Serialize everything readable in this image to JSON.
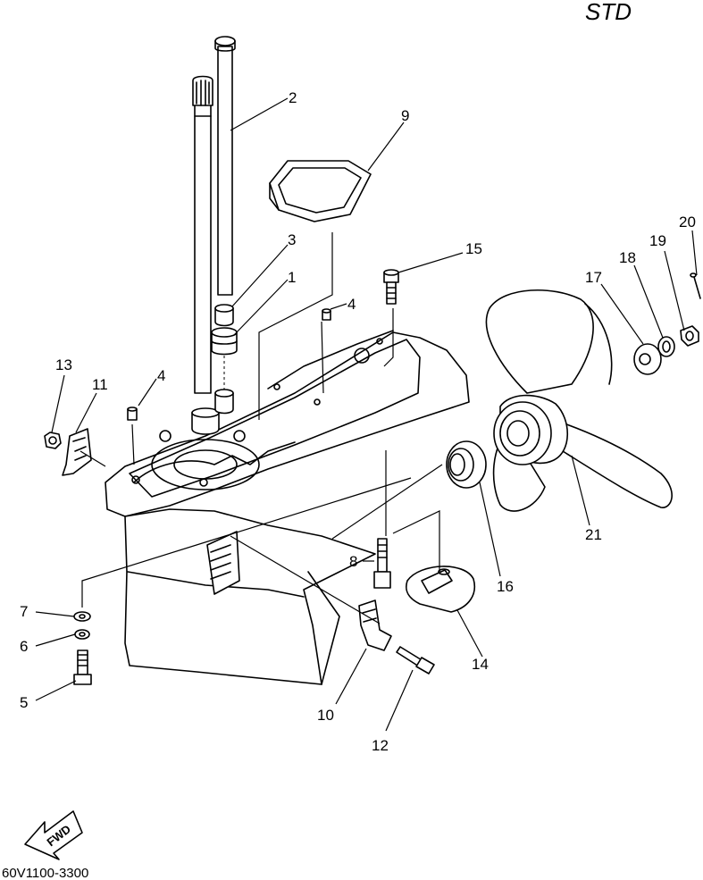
{
  "title": "STD",
  "figure_code": "60V1100-3300",
  "direction_marker": "FWD",
  "callouts": {
    "c1": "1",
    "c2": "2",
    "c3": "3",
    "c4a": "4",
    "c4b": "4",
    "c5": "5",
    "c6": "6",
    "c7": "7",
    "c8": "8",
    "c9": "9",
    "c10": "10",
    "c11": "11",
    "c12": "12",
    "c13": "13",
    "c14": "14",
    "c15": "15",
    "c16": "16",
    "c17": "17",
    "c18": "18",
    "c19": "19",
    "c20": "20",
    "c21": "21"
  }
}
